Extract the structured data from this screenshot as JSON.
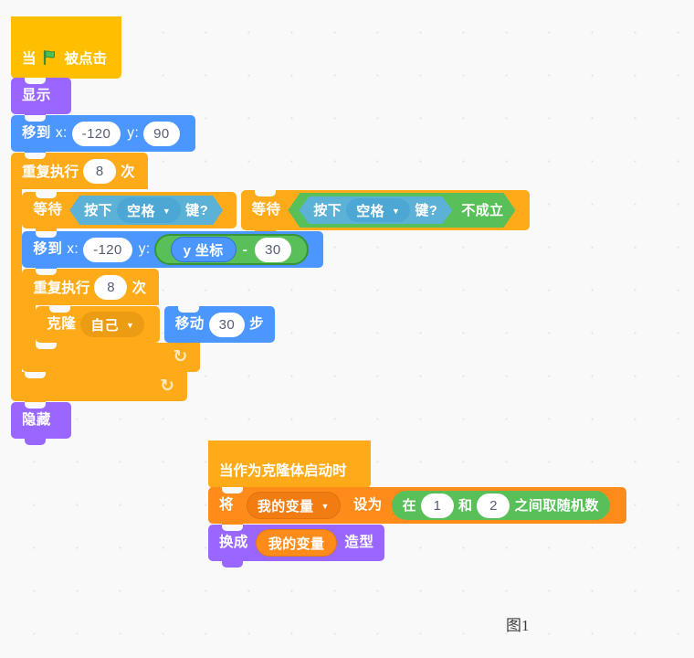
{
  "canvas": {
    "caption": "图1",
    "background": "#f9f9f9",
    "grid_dot_color": "#e3e3e3"
  },
  "palette": {
    "events": "#ffbf00",
    "control": "#ffab19",
    "motion": "#4c97ff",
    "looks": "#9966ff",
    "sensing": "#5cb1d6",
    "operators": "#59c059",
    "variables": "#ff8c1a"
  },
  "scripts": [
    {
      "id": "main-script",
      "hat": {
        "prefix": "当",
        "icon": "green-flag-icon",
        "suffix": "被点击"
      },
      "blocks": {
        "show": "显示",
        "goto_label": "移到",
        "goto_x_label": "x:",
        "goto_x_value": "-120",
        "goto_y_label": "y:",
        "goto_y_value": "90",
        "repeat_outer_label": "重复执行",
        "repeat_outer_times": "8",
        "repeat_outer_suffix": "次",
        "wait_label": "等待",
        "key_pressed_prefix": "按下",
        "key_pressed_option": "空格",
        "key_pressed_suffix": "键?",
        "not_label": "不成立",
        "goto2_label": "移到",
        "goto2_x_label": "x:",
        "goto2_x_value": "-120",
        "goto2_y_label": "y:",
        "y_position_reporter": "y 坐标",
        "minus_operator": "-",
        "minus_operand": "30",
        "repeat_inner_label": "重复执行",
        "repeat_inner_times": "8",
        "repeat_inner_suffix": "次",
        "clone_label": "克隆",
        "clone_target": "自己",
        "move_label": "移动",
        "move_steps": "30",
        "move_suffix": "步",
        "hide": "隐藏",
        "loop_arrow": "↻"
      }
    },
    {
      "id": "clone-script",
      "hat": {
        "label": "当作为克隆体启动时"
      },
      "blocks": {
        "set_var_prefix": "将",
        "set_var_name": "我的变量",
        "set_var_middle": "设为",
        "random_prefix": "在",
        "random_from": "1",
        "random_and": "和",
        "random_to": "2",
        "random_suffix": "之间取随机数",
        "switch_costume_prefix": "换成",
        "switch_costume_var": "我的变量",
        "switch_costume_suffix": "造型"
      }
    }
  ]
}
